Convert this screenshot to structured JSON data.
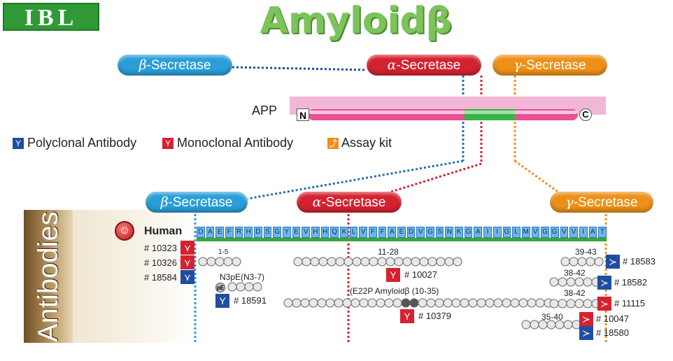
{
  "logo": "IBL",
  "title": "Amyloidβ",
  "secretases_top": {
    "beta": {
      "glyph": "β",
      "label": "-Secretase"
    },
    "alpha": {
      "glyph": "α",
      "label": "-Secretase"
    },
    "gamma": {
      "glyph": "γ",
      "label": "-Secretase"
    }
  },
  "app": {
    "label": "APP",
    "n_terminal": "N",
    "c_terminal": "C"
  },
  "legend": {
    "polyclonal": "Polyclonal Antibody",
    "monoclonal": "Monoclonal Antibody",
    "assay_kit": "Assay kit"
  },
  "secretases_bottom": {
    "beta": {
      "glyph": "β",
      "label": "-Secretase"
    },
    "alpha": {
      "glyph": "α",
      "label": "-Secretase"
    },
    "gamma": {
      "glyph": "γ",
      "label": "-Secretase"
    }
  },
  "side_label": "Antibodies",
  "species": "Human",
  "sequence": [
    "D",
    "A",
    "E",
    "F",
    "R",
    "H",
    "D",
    "S",
    "G",
    "Y",
    "E",
    "V",
    "H",
    "H",
    "Q",
    "K",
    "L",
    "V",
    "F",
    "F",
    "A",
    "E",
    "D",
    "V",
    "G",
    "S",
    "N",
    "K",
    "G",
    "A",
    "I",
    "I",
    "G",
    "L",
    "M",
    "V",
    "G",
    "G",
    "V",
    "V",
    "I",
    "A",
    "T"
  ],
  "left_catalog": [
    "# 10323",
    "# 10326",
    "# 18584"
  ],
  "regions": {
    "r1_5": "1-5",
    "n3pe": "N3pE(N3-7)",
    "pe": "pE",
    "r11_28": "11-28",
    "e22p": "(E22P  Amyloidβ (10-35)",
    "r39_43": "39-43",
    "r38_42a": "38-42",
    "r38_42b": "38-42",
    "r35_40": "35-40"
  },
  "catalog": {
    "c18591": "# 18591",
    "c10027": "# 10027",
    "c10379": "# 10379",
    "c18583": "# 18583",
    "c18582": "# 18582",
    "c11115": "# 11115",
    "c10047": "# 10047",
    "c18580": "# 18580"
  },
  "colors": {
    "beta": "#2a9ed8",
    "alpha": "#d42230",
    "gamma": "#ee9018",
    "polyclonal": "#1f4ea0",
    "monoclonal": "#d42230",
    "assay_kit": "#ee9018",
    "app_bar": "#e84f96",
    "abeta_segment": "#38b449"
  },
  "icons": [
    "person-icon",
    "antibody-icon",
    "assay-kit-icon"
  ]
}
